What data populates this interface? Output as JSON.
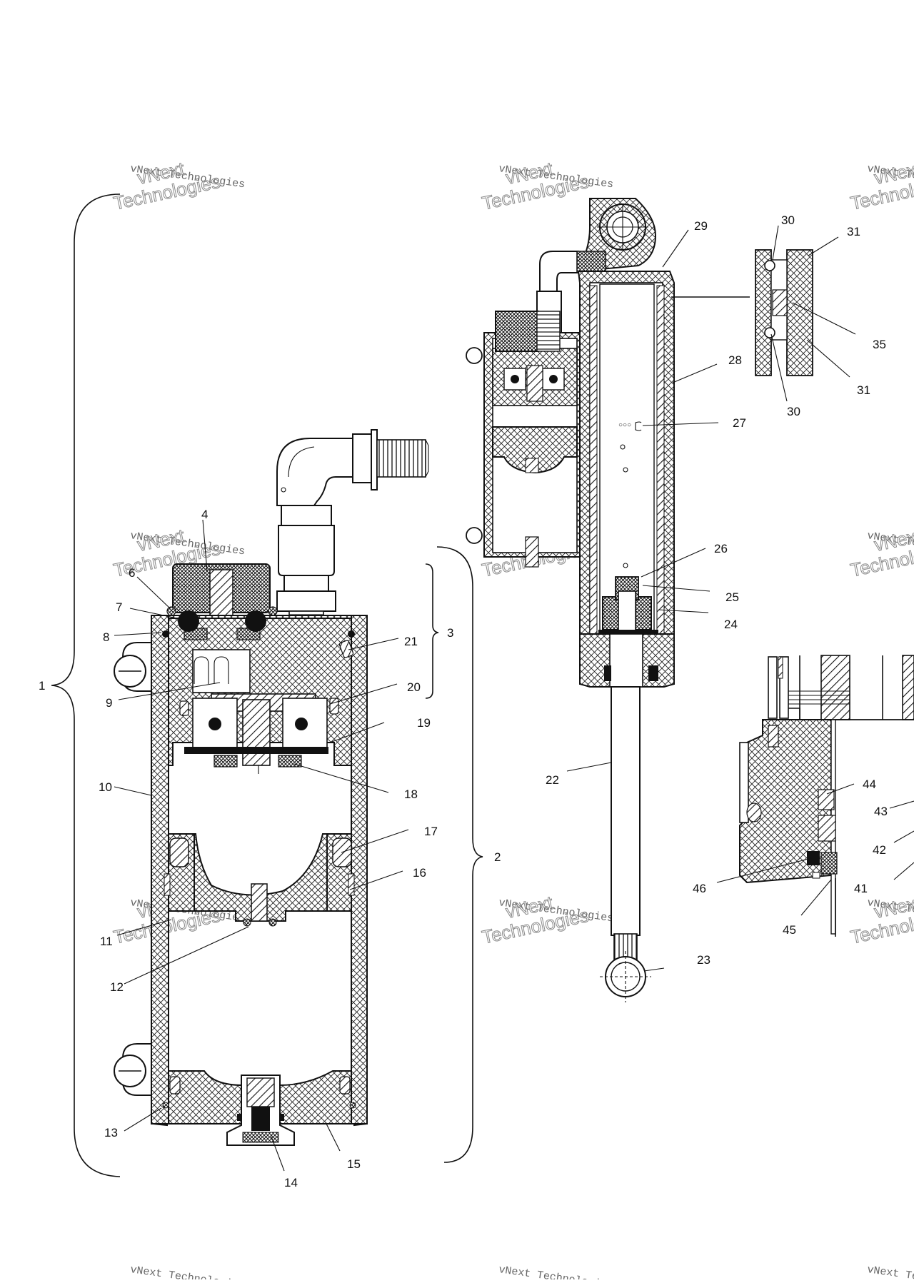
{
  "watermark": {
    "small": "vNext Technologies",
    "big_line1": "vNext",
    "big_line2": "Technologies"
  },
  "callouts": {
    "1": "1",
    "2": "2",
    "3": "3",
    "4": "4",
    "6": "6",
    "7": "7",
    "8": "8",
    "9": "9",
    "10": "10",
    "11": "11",
    "12": "12",
    "13": "13",
    "14": "14",
    "15": "15",
    "16": "16",
    "17": "17",
    "18": "18",
    "19": "19",
    "20": "20",
    "21": "21",
    "22": "22",
    "23": "23",
    "24": "24",
    "25": "25",
    "26": "26",
    "27": "27",
    "28": "28",
    "29": "29",
    "30a": "30",
    "30b": "30",
    "31a": "31",
    "31b": "31",
    "35": "35",
    "41": "41",
    "42": "42",
    "43": "43",
    "44": "44",
    "45": "45",
    "46": "46"
  }
}
